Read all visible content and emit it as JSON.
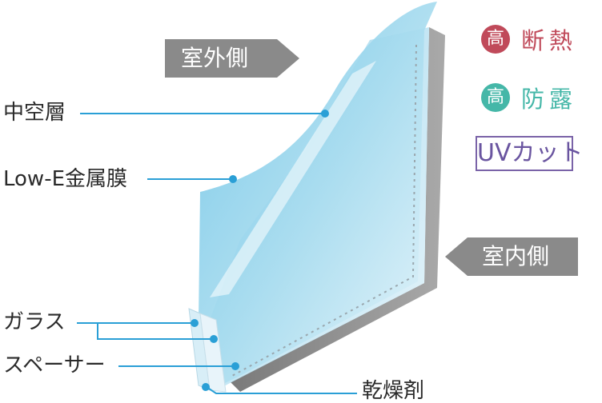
{
  "badges": {
    "outdoor": "室外側",
    "indoor": "室内側"
  },
  "features": [
    {
      "circle": "高",
      "text": "断熱",
      "color": "#c04a5a"
    },
    {
      "circle": "高",
      "text": "防露",
      "color": "#45b7a8"
    }
  ],
  "uv_badge": "UVカット",
  "labels": {
    "hollow_layer": "中空層",
    "lowe_film": "Low-E金属膜",
    "glass": "ガラス",
    "spacer": "スペーサー",
    "desiccant": "乾燥剤"
  },
  "colors": {
    "leader_line": "#2a9fd6",
    "badge_gray": "#8a8a8a"
  }
}
